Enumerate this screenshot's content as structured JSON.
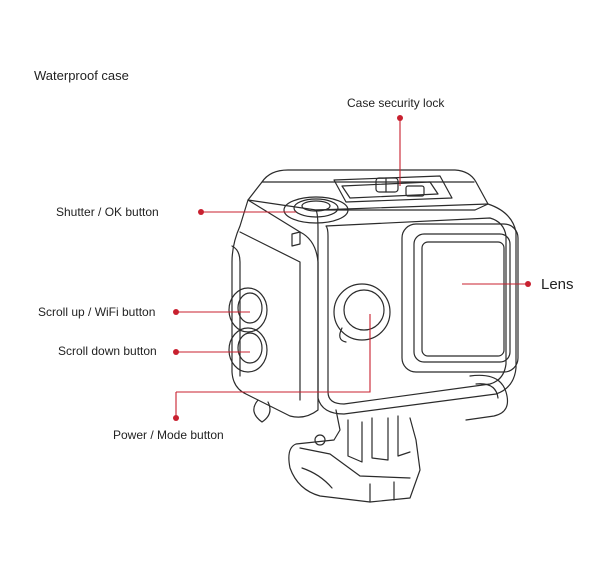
{
  "title": "Waterproof case",
  "accent_color": "#c8202f",
  "line_color": "#2b2b2b",
  "labels": {
    "security_lock": "Case security lock",
    "shutter": "Shutter / OK button",
    "lens": "Lens",
    "scroll_up": "Scroll up / WiFi button",
    "scroll_down": "Scroll down button",
    "power": "Power / Mode button"
  }
}
